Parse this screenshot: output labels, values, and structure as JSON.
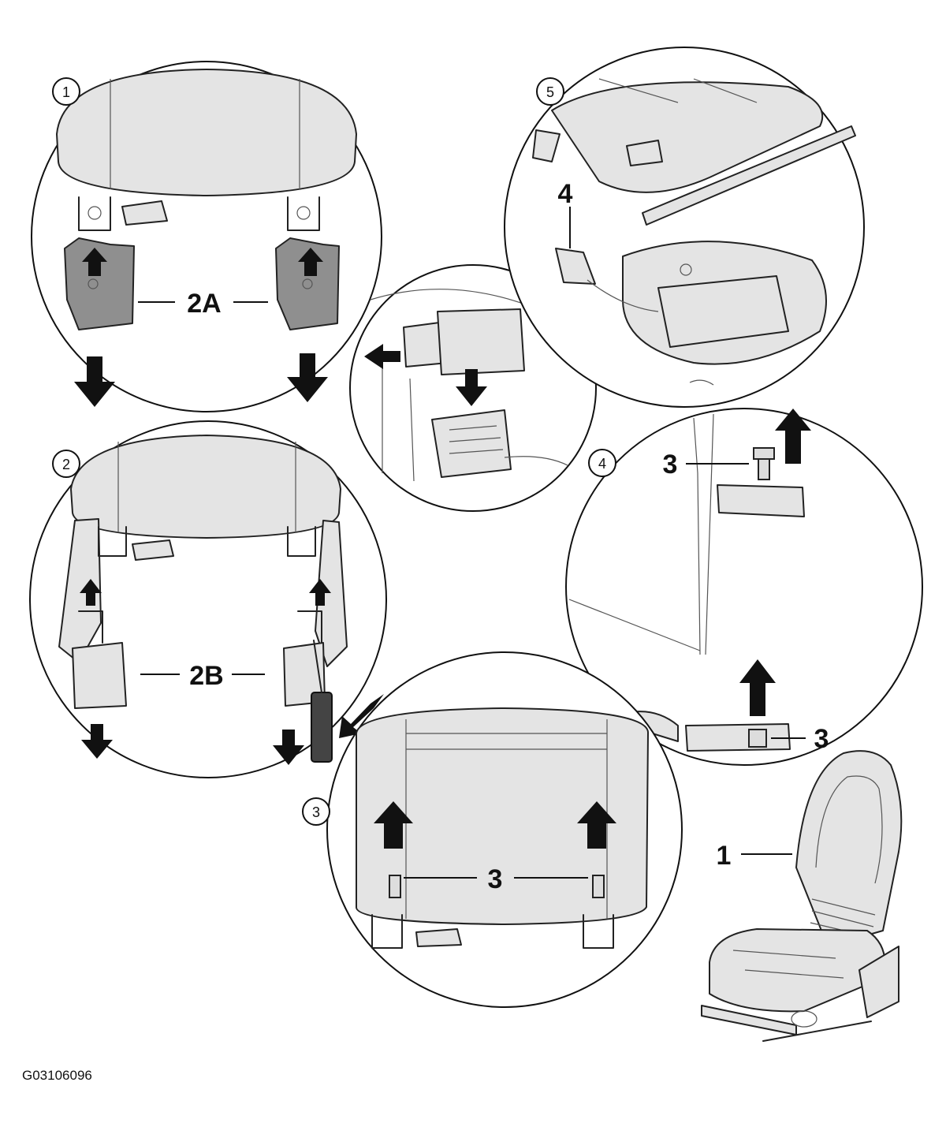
{
  "figure_id": "G03106096",
  "steps": [
    "1",
    "2",
    "3",
    "4",
    "5"
  ],
  "callouts": {
    "clip_a": "2A",
    "clip_b": "2B",
    "bolt": "3",
    "connector": "4",
    "seat": "1"
  },
  "icons": [
    "arrow-up-icon",
    "arrow-down-icon",
    "arrow-left-icon",
    "screwdriver-icon"
  ]
}
